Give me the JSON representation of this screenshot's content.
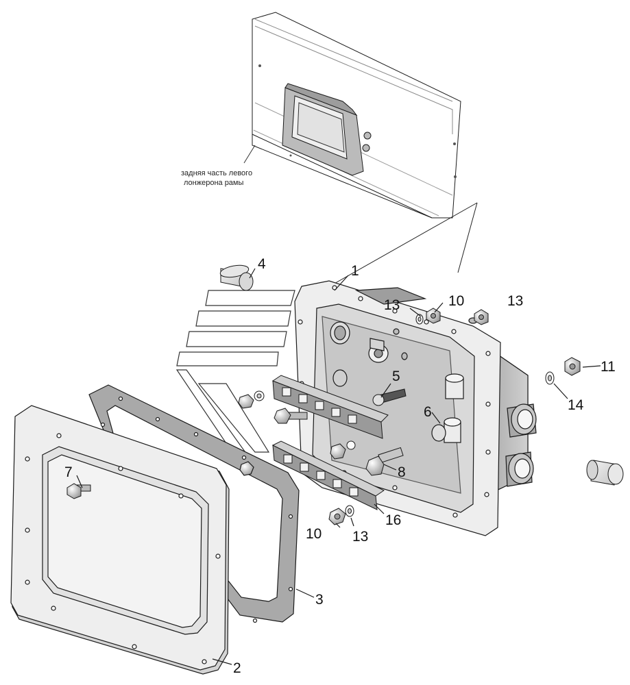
{
  "inset_caption": [
    "задняя часть левого",
    "лонжерона рамы"
  ],
  "callouts": [
    {
      "id": "c1",
      "text": "1"
    },
    {
      "id": "c2",
      "text": "2"
    },
    {
      "id": "c3",
      "text": "3"
    },
    {
      "id": "c4",
      "text": "4"
    },
    {
      "id": "c5",
      "text": "5"
    },
    {
      "id": "c6",
      "text": "6"
    },
    {
      "id": "c7",
      "text": "7"
    },
    {
      "id": "c8",
      "text": "8"
    },
    {
      "id": "c10a",
      "text": "10"
    },
    {
      "id": "c10b",
      "text": "10"
    },
    {
      "id": "c11",
      "text": "11"
    },
    {
      "id": "c13a",
      "text": "13"
    },
    {
      "id": "c13b",
      "text": "13"
    },
    {
      "id": "c13c",
      "text": "13"
    },
    {
      "id": "c14",
      "text": "14"
    },
    {
      "id": "c16",
      "text": "16"
    }
  ],
  "colors": {
    "line": "#1a1a1a",
    "metal_light": "#e6e6e6",
    "metal_mid": "#cfcfcf",
    "metal_dark": "#9a9a9a",
    "brass": "#c9a86a"
  }
}
